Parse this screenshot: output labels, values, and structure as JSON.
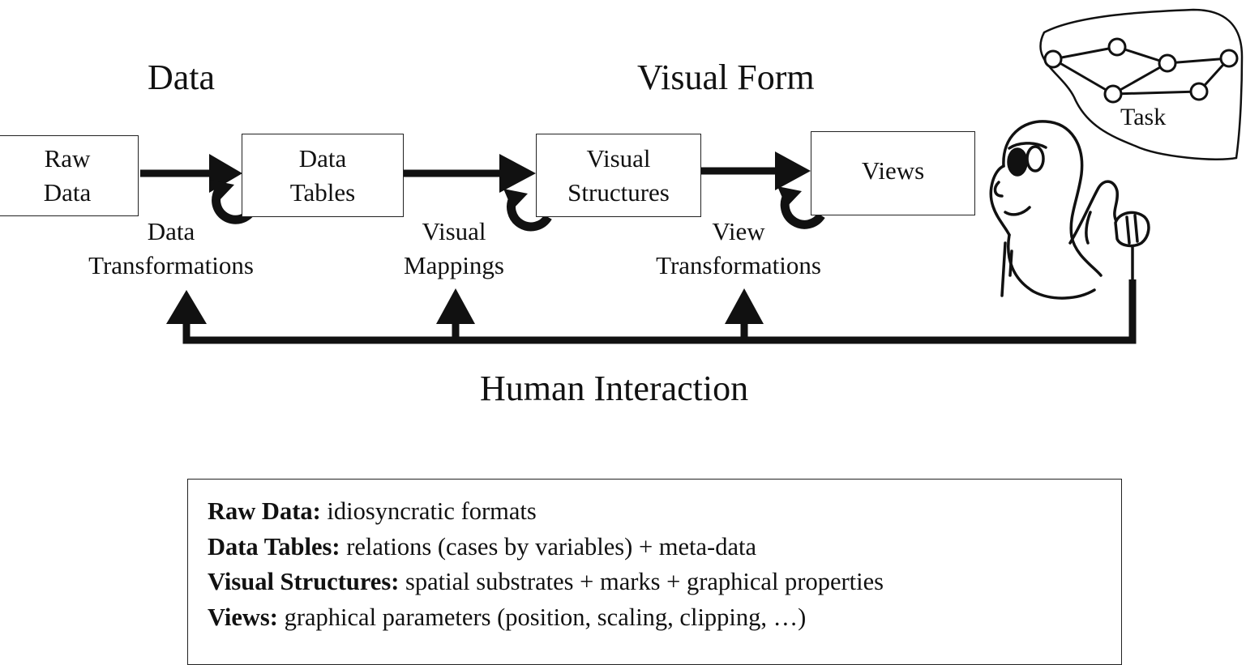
{
  "stages": {
    "data_heading": "Data",
    "visual_form_heading": "Visual Form"
  },
  "boxes": {
    "raw_data": [
      "Raw",
      "Data"
    ],
    "data_tables": [
      "Data",
      "Tables"
    ],
    "visual_structures": [
      "Visual",
      "Structures"
    ],
    "views": [
      "Views"
    ]
  },
  "transforms": {
    "data_transformations": [
      "Data",
      "Transformations"
    ],
    "visual_mappings": [
      "Visual",
      "Mappings"
    ],
    "view_transformations": [
      "View",
      "Transformations"
    ]
  },
  "task_label": "Task",
  "human_interaction": "Human Interaction",
  "legend": [
    {
      "term": "Raw Data:",
      "desc": " idiosyncratic formats"
    },
    {
      "term": "Data Tables:",
      "desc": " relations (cases by variables)  +  meta-data"
    },
    {
      "term": "Visual Structures:",
      "desc": " spatial substrates  +  marks  +  graphical properties"
    },
    {
      "term": "Views:",
      "desc": " graphical parameters (position, scaling, clipping, …)"
    }
  ],
  "colors": {
    "ink": "#111111",
    "background": "#ffffff"
  }
}
